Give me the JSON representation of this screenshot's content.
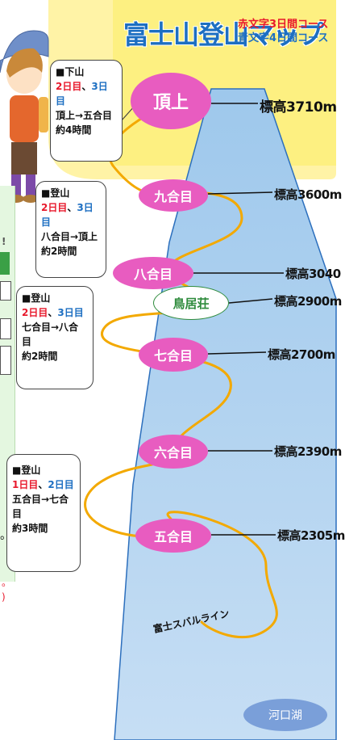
{
  "title": "富士山登山マップ",
  "legend": {
    "red": "赤文字3日間コース",
    "blue": "青文字4日間コース"
  },
  "colors": {
    "title": "#1d6fc2",
    "station": "#e85cc0",
    "path": "#f3a900",
    "sky": "#ffe832",
    "torii_border": "#2e8b3c"
  },
  "info_boxes": [
    {
      "title": "■下山",
      "day_red": "2日目",
      "sep": "、",
      "day_blue": "3日目",
      "route": "頂上→五合目",
      "time": "約4時間"
    },
    {
      "title": "■登山",
      "day_red": "2日目",
      "sep": "、",
      "day_blue": "3日目",
      "route": "八合目→頂上",
      "time": "約2時間"
    },
    {
      "title": "■登山",
      "day_red": "2日目",
      "sep": "、",
      "day_blue": "3日目",
      "route": "七合目→八合目",
      "time": "約2時間"
    },
    {
      "title": "■登山",
      "day_red": "1日目",
      "sep": "、",
      "day_blue": "2日目",
      "route": "五合目→七合目",
      "time": "約3時間"
    }
  ],
  "stations": [
    {
      "name": "頂上",
      "elevation": "標高3710m"
    },
    {
      "name": "九合目",
      "elevation": "標高3600m"
    },
    {
      "name": "八合目",
      "elevation": "標高3040"
    },
    {
      "name": "七合目",
      "elevation": "標高2700m"
    },
    {
      "name": "六合目",
      "elevation": "標高2390m"
    },
    {
      "name": "五合目",
      "elevation": "標高2305m"
    }
  ],
  "torii": {
    "name": "鳥居荘",
    "elevation": "標高2900m"
  },
  "road": "富士スバルライン",
  "lake": "河口湖",
  "left_marks": {
    "bang": "!",
    "dot": "。",
    "red_dot": "。",
    "red_paren": ")"
  }
}
